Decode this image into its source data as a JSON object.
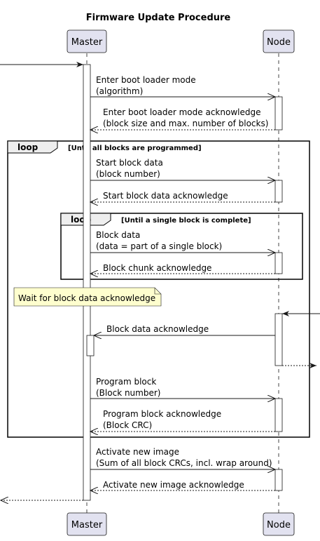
{
  "title": "Firmware Update Procedure",
  "participants": {
    "master": "Master",
    "node": "Node"
  },
  "loops": [
    {
      "keyword": "loop",
      "condition": "[Until all blocks are programmed]"
    },
    {
      "keyword": "loop",
      "condition": "[Until a single block is complete]"
    }
  ],
  "messages": {
    "enter_boot": [
      "Enter boot loader mode",
      "(algorithm)"
    ],
    "enter_boot_ack": [
      "Enter boot loader mode acknowledge",
      "(block size and max. number of blocks)"
    ],
    "start_block": [
      "Start block data",
      "(block number)"
    ],
    "start_block_ack": [
      "Start block data acknowledge"
    ],
    "block_data": [
      "Block data",
      "(data = part of a single block)"
    ],
    "block_chunk_ack": [
      "Block chunk acknowledge"
    ],
    "block_data_ack": [
      "Block data acknowledge"
    ],
    "program_block": [
      "Program block",
      "(Block number)"
    ],
    "program_block_ack": [
      "Program block acknowledge",
      "(Block CRC)"
    ],
    "activate": [
      "Activate new image",
      "(Sum of all block CRCs, incl. wrap around)"
    ],
    "activate_ack": [
      "Activate new image acknowledge"
    ]
  },
  "note": "Wait for block data acknowledge",
  "colors": {
    "participant_fill": "#e2e2f0",
    "participant_border": "#181818",
    "note_fill": "#fefece",
    "lifeline": "#181818"
  }
}
